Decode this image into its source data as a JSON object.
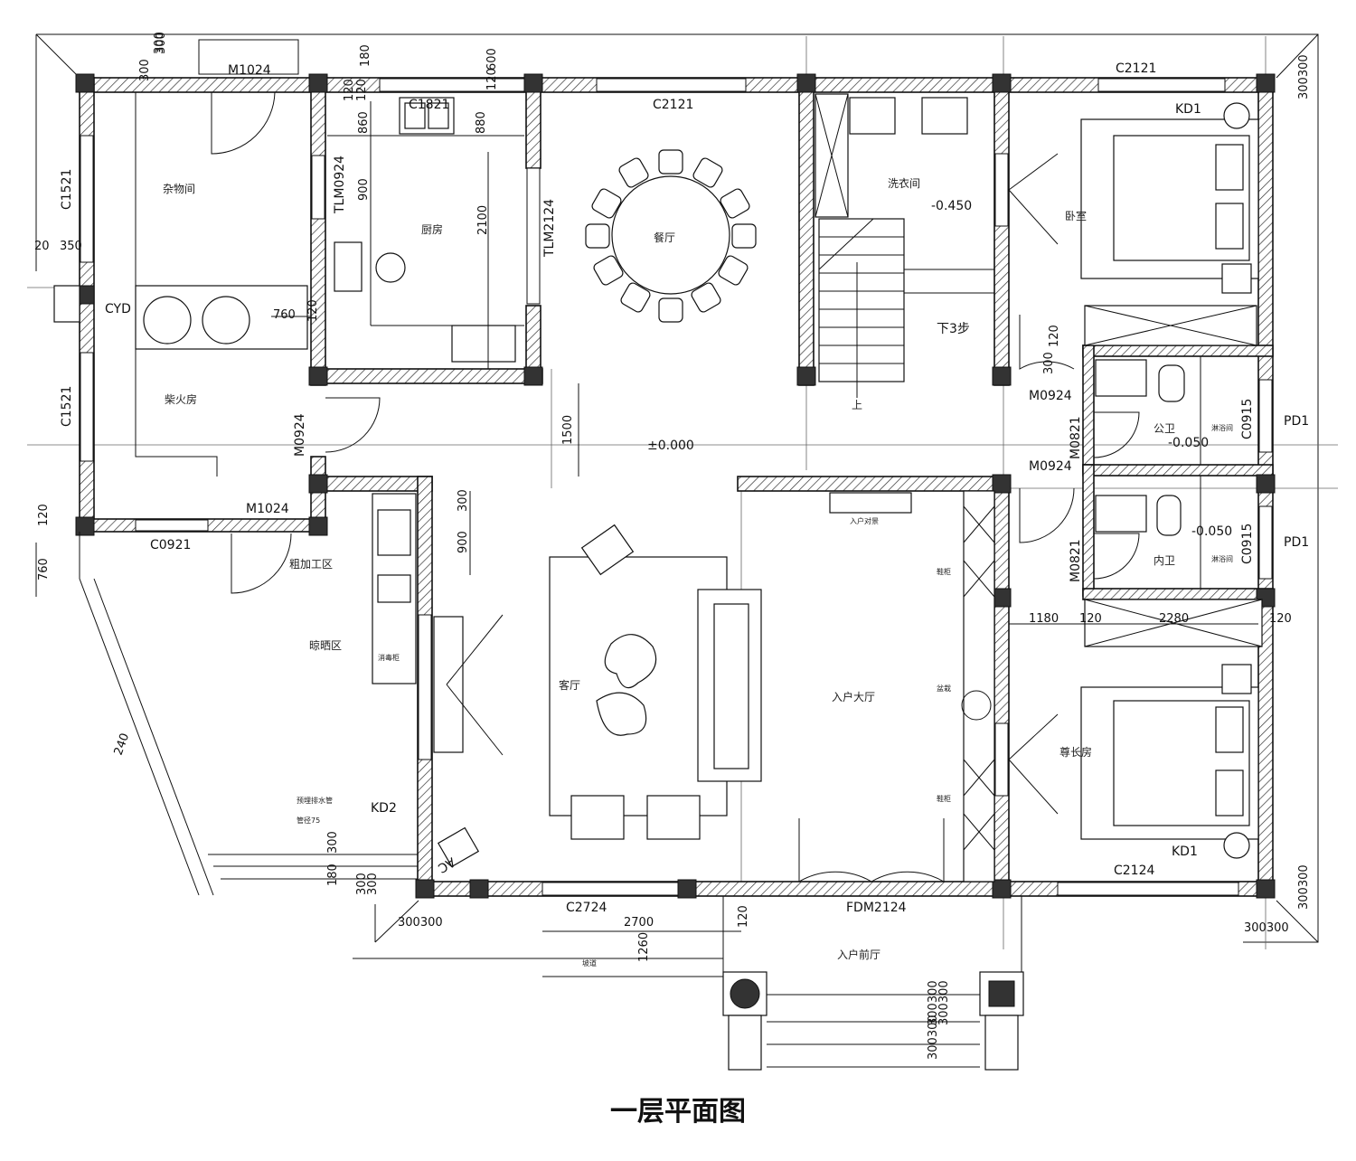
{
  "title": "一层平面图",
  "rooms": {
    "storage": "杂物间",
    "firewood": "柴火房",
    "kitchen": "厨房",
    "dining": "餐厅",
    "laundry": "洗衣间",
    "bedroom1": "卧室",
    "public_wc": "公卫",
    "private_wc": "内卫",
    "crude_area": "粗加工区",
    "drying_area": "晾晒区",
    "living": "客厅",
    "foyer": "入户大厅",
    "elder_room": "尊长房",
    "entry_porch": "入户前厅"
  },
  "doors": {
    "m1024_top": "M1024",
    "m1024_mid": "M1024",
    "m0924_left": "M0924",
    "m0924_right_top": "M0924",
    "m0924_right_mid": "M0924",
    "m0821_a": "M0821",
    "m0821_b": "M0821",
    "tlm0924": "TLM0924",
    "tlm2124": "TLM2124",
    "fdm2124": "FDM2124"
  },
  "windows": {
    "c1521_a": "C1521",
    "c1521_b": "C1521",
    "c1821": "C1821",
    "c2121_dining": "C2121",
    "c2121_bed": "C2121",
    "c0921": "C0921",
    "c0915_a": "C0915",
    "c0915_b": "C0915",
    "c2724": "C2724",
    "c2124": "C2124"
  },
  "tags": {
    "kd1_top": "KD1",
    "kd1_bottom": "KD1",
    "kd2": "KD2",
    "pd1_a": "PD1",
    "pd1_b": "PD1",
    "cyd": "CYD",
    "ac": "AC",
    "stair_down": "下3步",
    "stair_up": "上",
    "pipe1": "预埋排水管",
    "pipe2": "管径75",
    "ramp": "坡道"
  },
  "levels": {
    "main": "±0.000",
    "laundry": "-0.450",
    "public_wc": "-0.050",
    "private_wc": "-0.050"
  },
  "small_labels": {
    "stove": "入户对景",
    "shoe1": "鞋柜",
    "shoe2": "鞋柜",
    "plant": "盆栽",
    "shower1": "淋浴间",
    "shower2": "淋浴间",
    "appliance": "消毒柜"
  },
  "dimensions": {
    "d300a": "300",
    "d300b": "300",
    "d180a": "180",
    "d600": "600",
    "d120a": "120",
    "d120b": "120",
    "d120c": "120",
    "d860": "860",
    "d880": "880",
    "d900a": "900",
    "d2100": "2100",
    "d760a": "760",
    "d120d": "120",
    "d20": "20",
    "d350": "350",
    "d1500": "1500",
    "d300c": "300",
    "d900b": "900",
    "d120e": "120",
    "d760b": "760",
    "d300d": "300",
    "d120f": "120",
    "d1180": "1180",
    "d120g": "120",
    "d2280": "2280",
    "d120h": "120",
    "d240": "240",
    "d300e": "300",
    "d180b": "180",
    "d300f": "300",
    "d300g": "300",
    "d300h": "300",
    "d300300a": "300300",
    "d300300b": "300300",
    "d2700": "2700",
    "d1260": "1260",
    "d120i": "120",
    "d300300c": "300300",
    "d300300d": "300300",
    "d300300e": "300300",
    "d300300f": "300300",
    "d3300": "300300"
  }
}
